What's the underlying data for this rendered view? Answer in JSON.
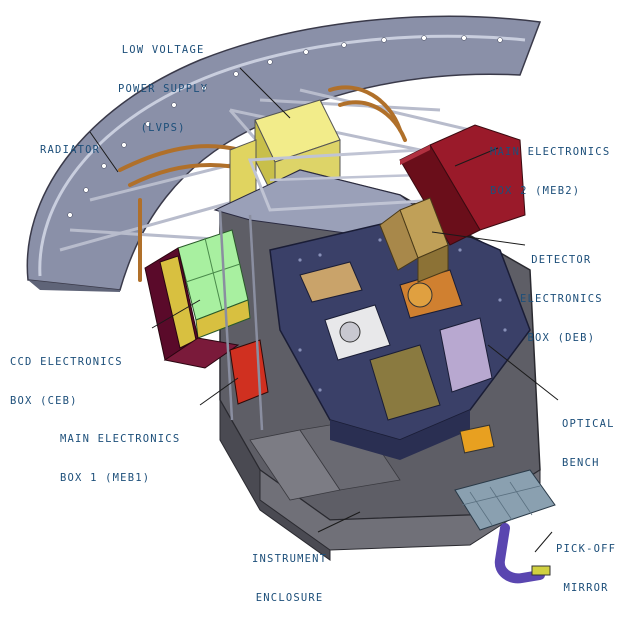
{
  "labels": {
    "lvps": [
      "LOW VOLTAGE",
      "POWER SUPPLY",
      "(LVPS)"
    ],
    "radiator": [
      "RADIATOR"
    ],
    "meb2": [
      "MAIN ELECTRONICS",
      "BOX 2 (MEB2)"
    ],
    "deb": [
      "DETECTOR",
      "ELECTRONICS",
      "BOX (DEB)"
    ],
    "ceb": [
      "CCD ELECTRONICS",
      "BOX (CEB)"
    ],
    "meb1": [
      "MAIN ELECTRONICS",
      "BOX 1 (MEB1)"
    ],
    "optical_bench": [
      "OPTICAL",
      "BENCH"
    ],
    "instrument_enclosure": [
      "INSTRUMENT",
      "ENCLOSURE"
    ],
    "pickoff_mirror": [
      "PICK-OFF",
      "MIRROR"
    ]
  },
  "colors": {
    "label_text": "#1d4f7a",
    "leader_line": "#1a1a1a",
    "radiator": "#8a90a8",
    "bench": "#3a4068",
    "enclosure": "#6e6e74",
    "lvps_box": "#e8e070",
    "meb_box": "#7a1020",
    "ceb_box": "#a8f0a0",
    "deb_box": "#a89050",
    "mirror_arm": "#5a46b0"
  }
}
